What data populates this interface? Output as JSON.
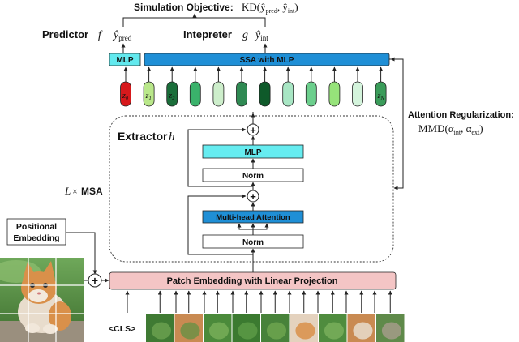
{
  "top": {
    "objective_label": "Simulation Objective:",
    "objective_math": "KD(ŷ",
    "objective_sub1": "pred",
    "objective_mid": ", ŷ",
    "objective_sub2": "int",
    "objective_end": ")"
  },
  "predictor": {
    "label": "Predictor",
    "symbol": "f",
    "output": "ŷ",
    "output_sub": "pred"
  },
  "interpreter": {
    "label": "Intepreter",
    "symbol": "g",
    "output": "ŷ",
    "output_sub": "int"
  },
  "heads": {
    "mlp": "MLP",
    "ssa": "SSA with MLP"
  },
  "tokens": [
    {
      "label": "z",
      "sub": "0",
      "color": "#d7191c"
    },
    {
      "label": "z",
      "sub": "1",
      "color": "#b9e78a"
    },
    {
      "label": "z",
      "sub": "2",
      "color": "#1a6e3a"
    },
    {
      "label": "",
      "sub": "",
      "color": "#3ab26b"
    },
    {
      "label": "",
      "sub": "",
      "color": "#cdeecb"
    },
    {
      "label": "",
      "sub": "",
      "color": "#2f8a53"
    },
    {
      "label": "",
      "sub": "",
      "color": "#0f5a2a"
    },
    {
      "label": "",
      "sub": "",
      "color": "#a8e6c4"
    },
    {
      "label": "",
      "sub": "",
      "color": "#6ccf8d"
    },
    {
      "label": "",
      "sub": "",
      "color": "#96e37a"
    },
    {
      "label": "",
      "sub": "",
      "color": "#d4f4dc"
    },
    {
      "label": "z",
      "sub": "N",
      "color": "#3a9c5a"
    }
  ],
  "extractor": {
    "label": "Extractor",
    "symbol": "h",
    "mlp": "MLP",
    "norm_top": "Norm",
    "attention": "Multi-head Attention",
    "norm_bottom": "Norm",
    "plus": "+"
  },
  "msa": {
    "prefix": "L",
    "times": "×",
    "label": "MSA"
  },
  "regularization": {
    "label": "Attention Regularization:",
    "math": "MMD(α",
    "sub1": "int",
    "mid": ", α",
    "sub2": "ext",
    "end": ")"
  },
  "positional": {
    "line1": "Positional",
    "line2": "Embedding"
  },
  "patch": {
    "label": "Patch Embedding with Linear Projection"
  },
  "cls": {
    "label": "<CLS>"
  },
  "colors": {
    "mlp_head": "#62e9ee",
    "ssa": "#1f8fd6",
    "extractor_mlp": "#66ecf0",
    "attention": "#1f8fd6",
    "patch": "#f4c5c5",
    "cat_fur": "#d9904a"
  }
}
